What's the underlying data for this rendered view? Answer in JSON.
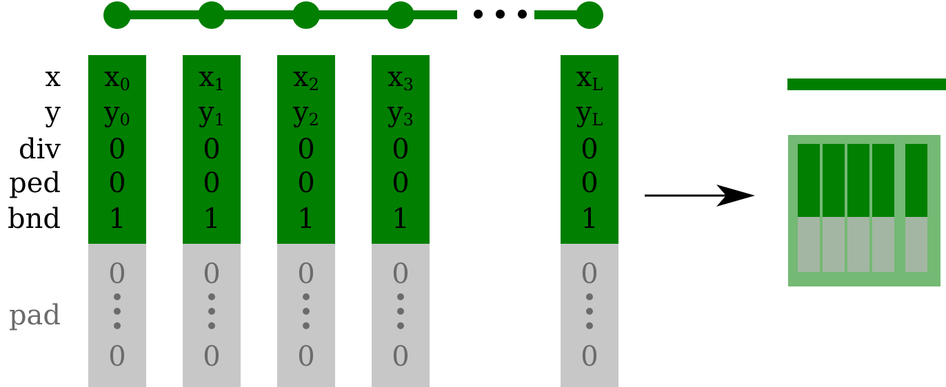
{
  "row_labels": {
    "x": "x",
    "y": "y",
    "div": "div",
    "ped": "ped",
    "bnd": "bnd",
    "pad": "pad"
  },
  "columns": [
    {
      "x": "x",
      "x_sub": "0",
      "y": "y",
      "y_sub": "0",
      "div": "0",
      "ped": "0",
      "bnd": "1",
      "pad_top": "0",
      "pad_bottom": "0"
    },
    {
      "x": "x",
      "x_sub": "1",
      "y": "y",
      "y_sub": "1",
      "div": "0",
      "ped": "0",
      "bnd": "1",
      "pad_top": "0",
      "pad_bottom": "0"
    },
    {
      "x": "x",
      "x_sub": "2",
      "y": "y",
      "y_sub": "2",
      "div": "0",
      "ped": "0",
      "bnd": "1",
      "pad_top": "0",
      "pad_bottom": "0"
    },
    {
      "x": "x",
      "x_sub": "3",
      "y": "y",
      "y_sub": "3",
      "div": "0",
      "ped": "0",
      "bnd": "1",
      "pad_top": "0",
      "pad_bottom": "0"
    },
    {
      "x": "x",
      "x_sub": "L",
      "y": "y",
      "y_sub": "L",
      "div": "0",
      "ped": "0",
      "bnd": "1",
      "pad_top": "0",
      "pad_bottom": "0"
    }
  ],
  "colors": {
    "green": "#007f00",
    "pad_gray": "#c7c7c7",
    "result_box": "#74b974",
    "result_pad": "#a3b6a3"
  },
  "icons": {
    "chain": "chain-icon",
    "ellipsis": "horizontal-ellipsis-icon",
    "arrow": "right-arrow-icon",
    "vdots": "vertical-ellipsis-icon"
  }
}
